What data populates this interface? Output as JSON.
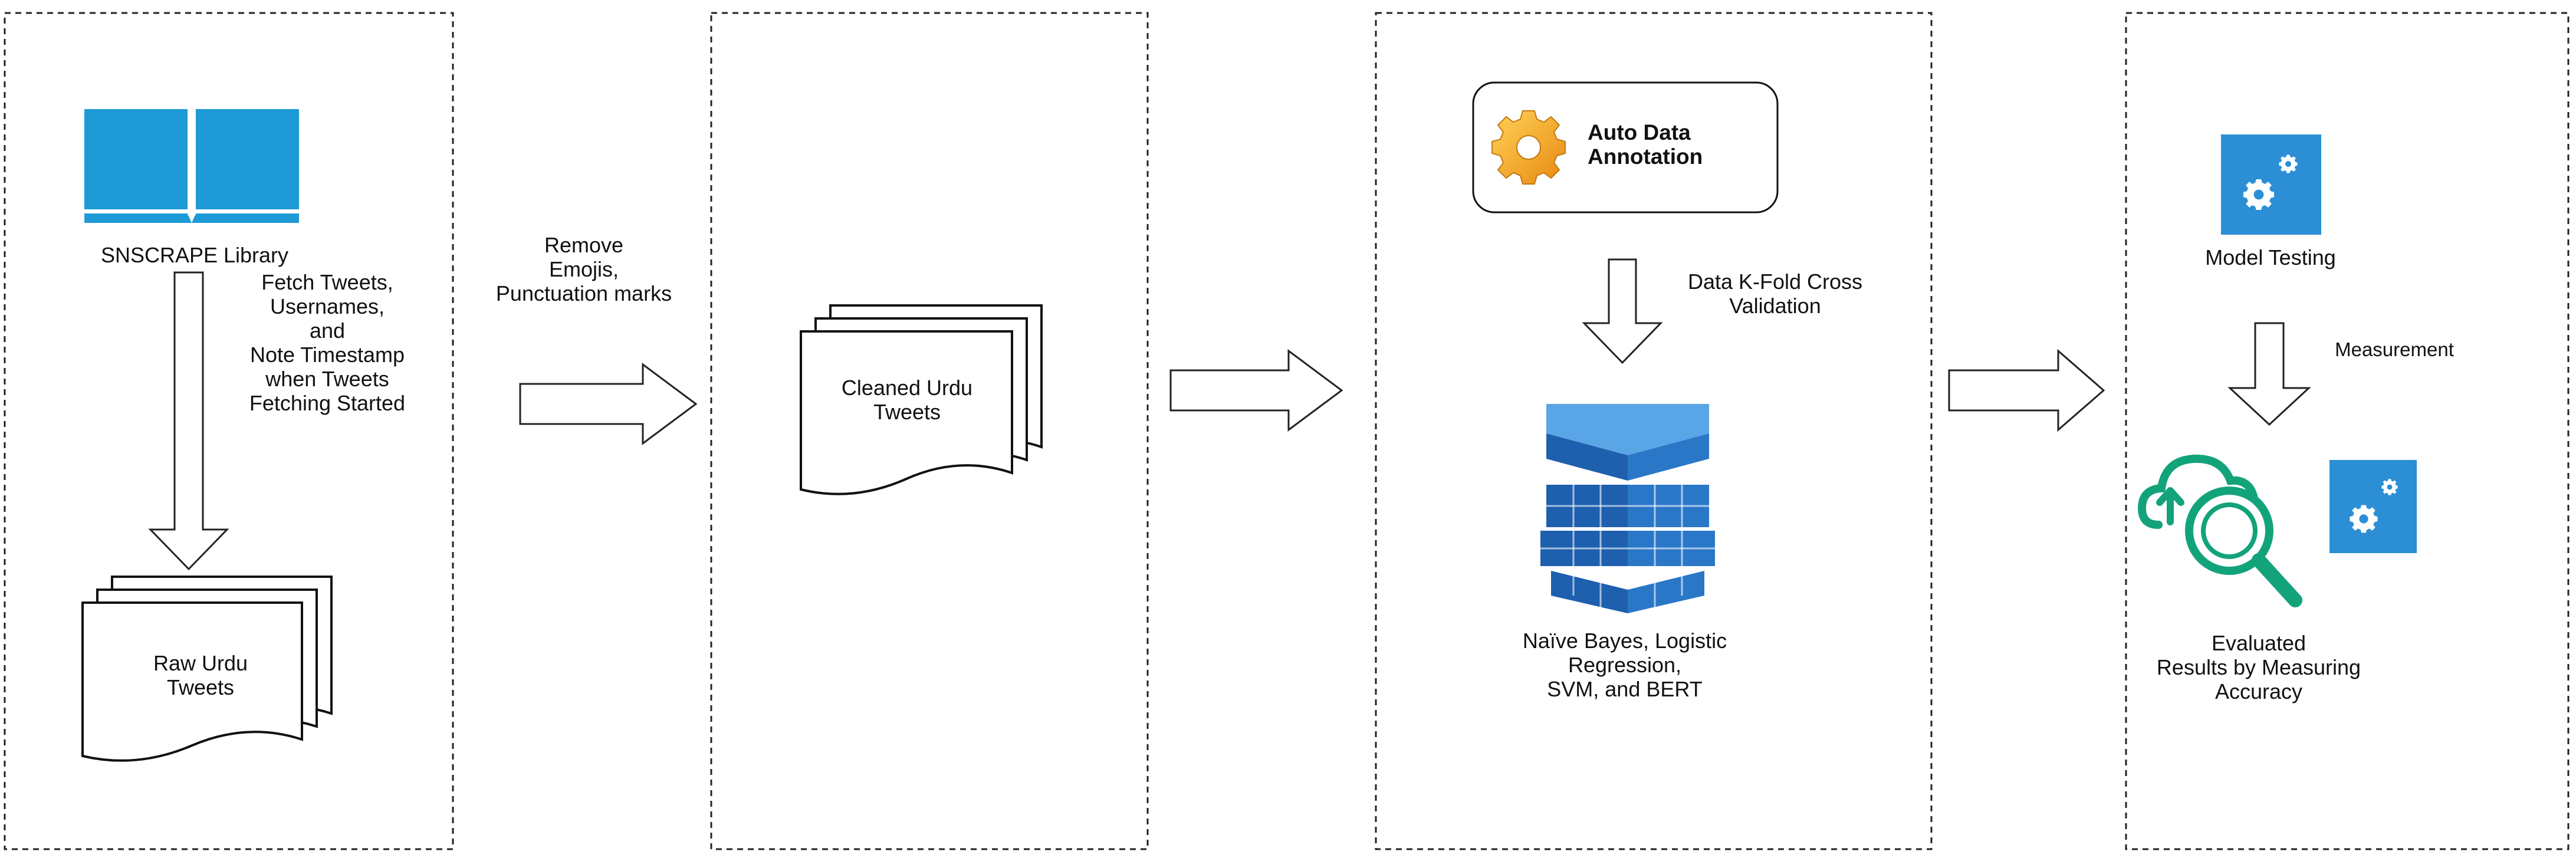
{
  "stage1": {
    "library_label": "SNSCRAPE Library",
    "fetch_lines": [
      "Fetch Tweets,",
      "Usernames,",
      "and",
      "Note Timestamp",
      "when Tweets",
      "Fetching Started"
    ],
    "doc_lines": [
      "Raw Urdu",
      "Tweets"
    ]
  },
  "step_label_lines": [
    "Remove",
    "Emojis,",
    "Punctuation marks"
  ],
  "stage2": {
    "doc_lines": [
      "Cleaned Urdu",
      "Tweets"
    ]
  },
  "stage3": {
    "annotation_lines": [
      "Auto Data",
      "Annotation"
    ],
    "kfold_lines": [
      "Data K-Fold Cross",
      "Validation"
    ],
    "models_lines": [
      "Naïve Bayes, Logistic",
      "Regression,",
      "SVM, and BERT"
    ]
  },
  "stage4": {
    "testing_label": "Model Testing",
    "measurement_label": "Measurement",
    "result_lines": [
      "Evaluated",
      "Results by Measuring",
      "Accuracy"
    ]
  },
  "colors": {
    "book_blue": "#1E9BD7",
    "gear_tile_blue": "#2C8FD6",
    "cube_blue": "#2A77C8",
    "gear_orange": "#F5A623",
    "teal_icon": "#13A37A",
    "border_dash": "#222222"
  }
}
